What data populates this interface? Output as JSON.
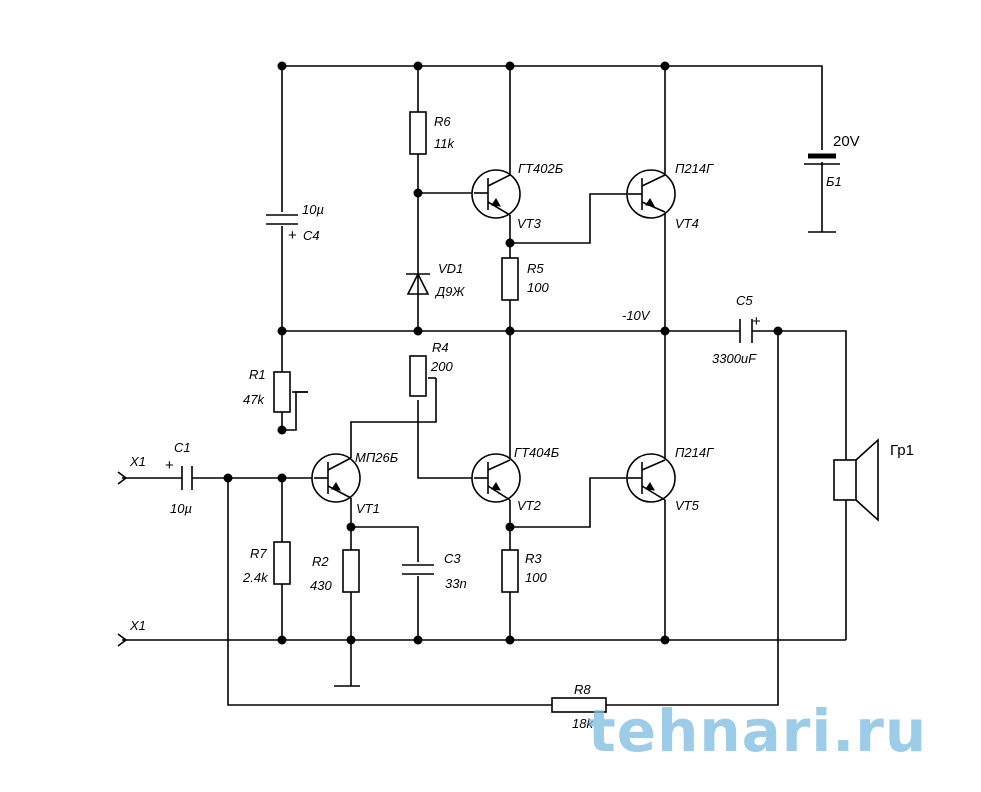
{
  "components": {
    "r6": {
      "ref": "R6",
      "value": "11k"
    },
    "r5": {
      "ref": "R5",
      "value": "100"
    },
    "r4": {
      "ref": "R4",
      "value": "200"
    },
    "r1": {
      "ref": "R1",
      "value": "47k"
    },
    "r7": {
      "ref": "R7",
      "value": "2.4k"
    },
    "r2": {
      "ref": "R2",
      "value": "430"
    },
    "r3": {
      "ref": "R3",
      "value": "100"
    },
    "r8": {
      "ref": "R8",
      "value": "18k"
    },
    "c1": {
      "ref": "C1",
      "value": "10µ"
    },
    "c3": {
      "ref": "C3",
      "value": "33n"
    },
    "c4": {
      "ref": "C4",
      "value": "10µ"
    },
    "c5": {
      "ref": "C5",
      "value": "3300uF"
    },
    "vd1": {
      "ref": "VD1",
      "value": "Д9Ж"
    },
    "vt1": {
      "ref": "VT1",
      "type": "МП26Б"
    },
    "vt2": {
      "ref": "VT2",
      "type": "ГТ404Б"
    },
    "vt3": {
      "ref": "VT3",
      "type": "ГТ402Б"
    },
    "vt4": {
      "ref": "VT4",
      "type": "П214Г"
    },
    "vt5": {
      "ref": "VT5",
      "type": "П214Г"
    },
    "battery": {
      "ref": "Б1",
      "value": "20V"
    },
    "speaker": {
      "ref": "Гр1"
    }
  },
  "connectors": {
    "input_top": "X1",
    "input_bottom": "X1"
  },
  "node_labels": {
    "mid_voltage": "-10V"
  },
  "plus_sign": "+",
  "watermark": "tehnari.ru"
}
